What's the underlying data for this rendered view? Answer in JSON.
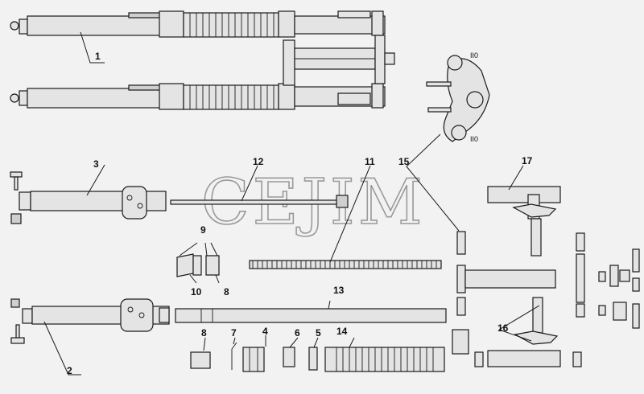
{
  "watermark": "CEJIM",
  "callouts": [
    {
      "id": "c1",
      "label": "1"
    },
    {
      "id": "c2",
      "label": "2"
    },
    {
      "id": "c3",
      "label": "3"
    },
    {
      "id": "c4",
      "label": "4"
    },
    {
      "id": "c5",
      "label": "5"
    },
    {
      "id": "c6",
      "label": "6"
    },
    {
      "id": "c7",
      "label": "7"
    },
    {
      "id": "c8a",
      "label": "8"
    },
    {
      "id": "c8b",
      "label": "8"
    },
    {
      "id": "c9",
      "label": "9"
    },
    {
      "id": "c10",
      "label": "10"
    },
    {
      "id": "c11",
      "label": "11"
    },
    {
      "id": "c12",
      "label": "12"
    },
    {
      "id": "c13",
      "label": "13"
    },
    {
      "id": "c14",
      "label": "14"
    },
    {
      "id": "c15",
      "label": "15"
    },
    {
      "id": "c16",
      "label": "16"
    },
    {
      "id": "c17",
      "label": "17"
    }
  ]
}
